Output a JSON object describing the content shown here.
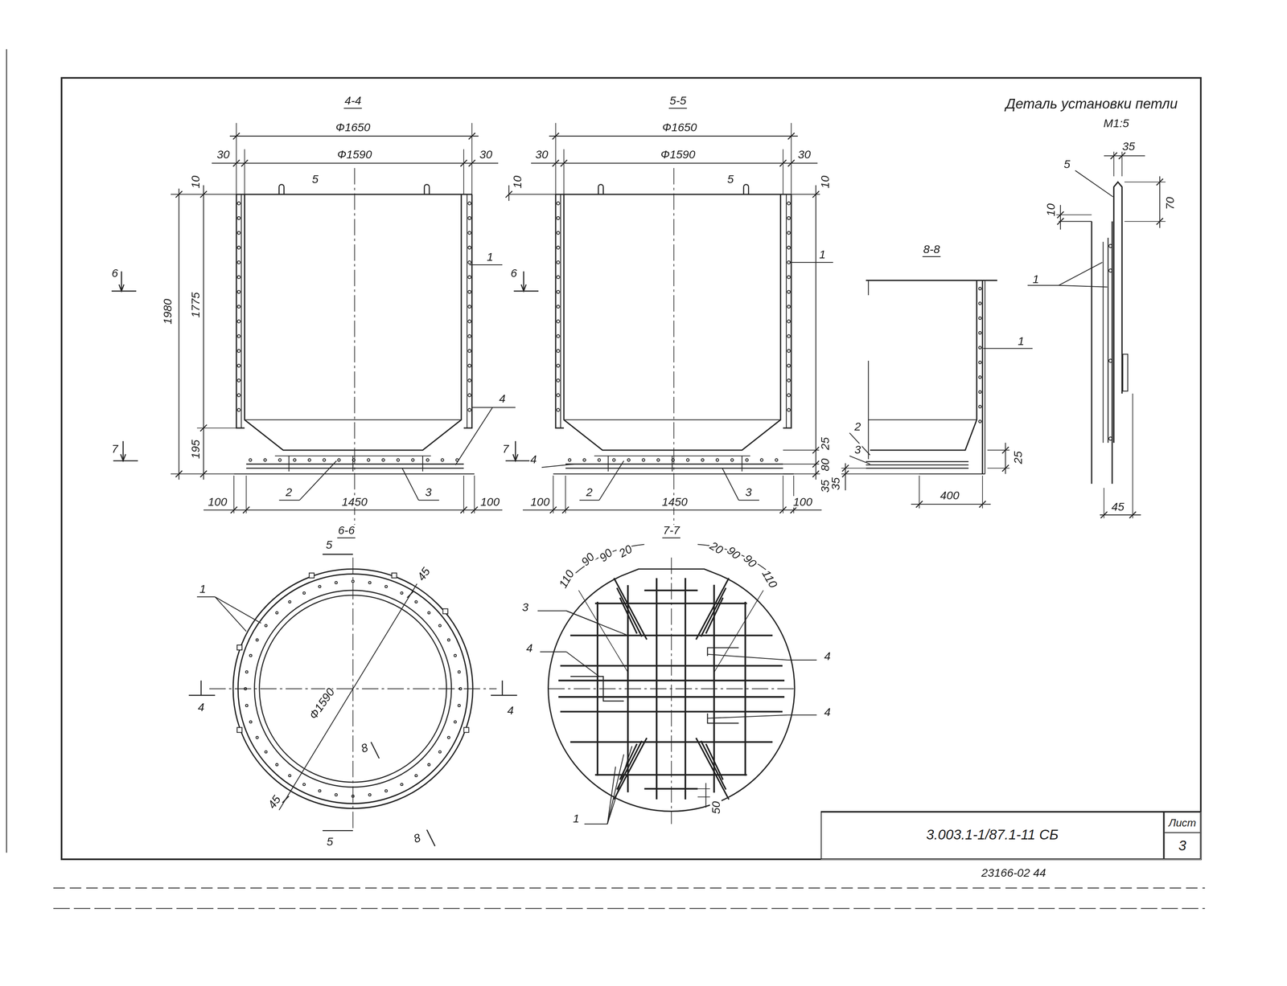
{
  "diagram": {
    "nodes": [
      {
        "text": [
          "3.003.1-1/87.1-11 СБ"
        ]
      },
      {
        "text": [
          "Лист",
          "3"
        ]
      }
    ],
    "labels": [
      "Деталь установки петли",
      "М1:5",
      "4-4",
      "Ф1650",
      "30",
      "Ф1590",
      "30",
      "10",
      "5",
      "1980",
      "1775",
      "1",
      "6",
      "4",
      "195",
      "7",
      "2",
      "3",
      "100",
      "1450",
      "100",
      "5-5",
      "Ф1650",
      "30",
      "Ф1590",
      "30",
      "10",
      "5",
      "10",
      "1",
      "6",
      "7",
      "25",
      "4",
      "80",
      "2",
      "3",
      "35",
      "100",
      "1450",
      "100",
      "8-8",
      "1",
      "2",
      "3",
      "25",
      "35",
      "400",
      "35",
      "5",
      "10",
      "70",
      "1",
      "45",
      "6-6",
      "5",
      "1",
      "45",
      "4",
      "Ф1590",
      "4",
      "8",
      "45",
      "5",
      "8",
      "7-7",
      "110",
      "90",
      "90",
      "20",
      "20",
      "90",
      "90",
      "110",
      "3",
      "4",
      "4",
      "4",
      "1",
      "50",
      "23166-02 44"
    ]
  }
}
